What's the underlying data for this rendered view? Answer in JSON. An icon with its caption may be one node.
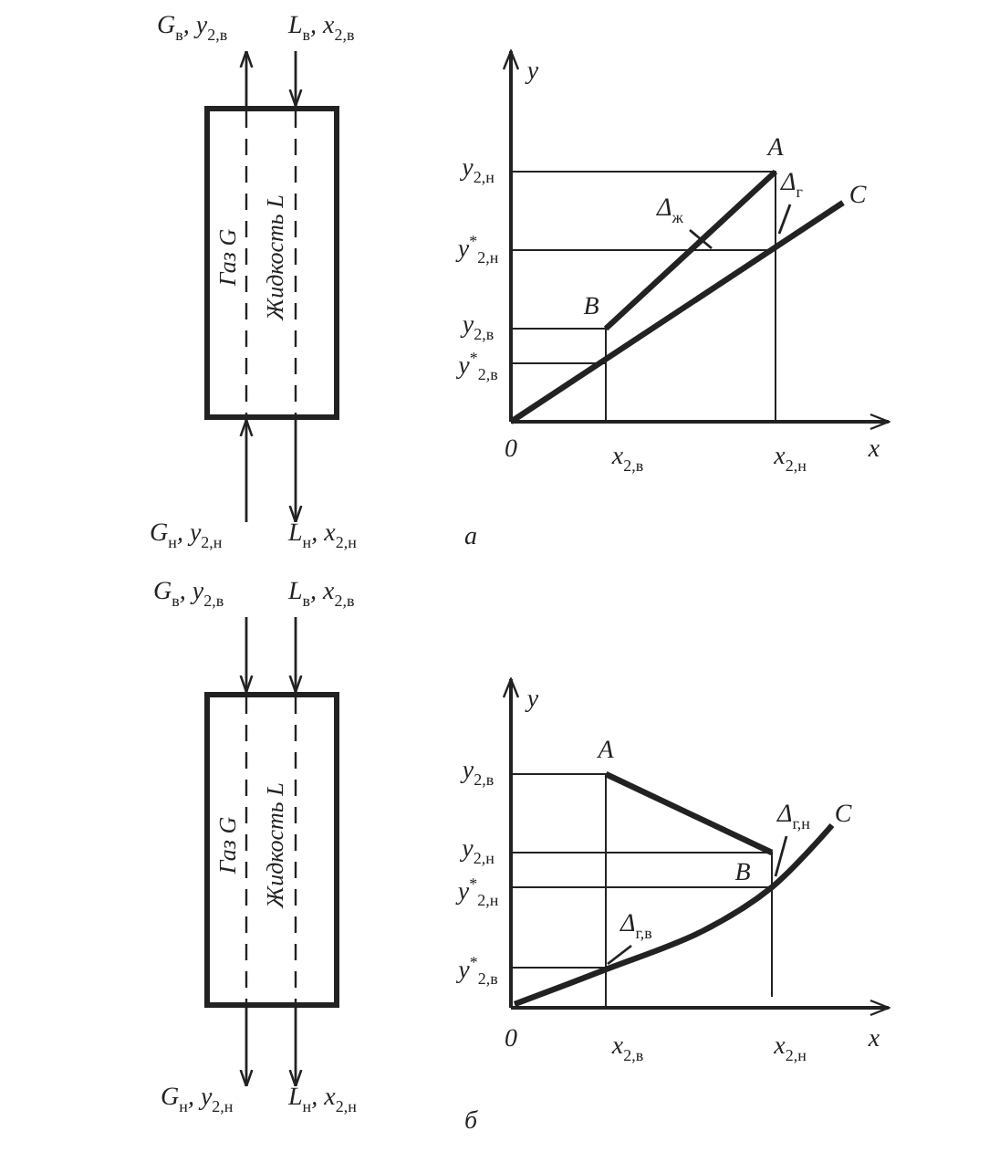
{
  "diagram": {
    "nodes": [
      {
        "text": [
          "Газ G",
          "Жидкость L"
        ]
      },
      {
        "text": [
          "G$_{в}$, y$_{2,в}$"
        ]
      },
      {
        "text": [
          "L$_{в}$, x$_{2,в}$"
        ]
      },
      {
        "text": [
          "G$_{н}$, y$_{2,н}$"
        ]
      },
      {
        "text": [
          "L$_{н}$, x$_{2,н}$"
        ]
      },
      {
        "text": [
          "Газ G",
          "Жидкость L"
        ]
      },
      {
        "text": [
          "G$_{в}$, y$_{2,в}$"
        ]
      },
      {
        "text": [
          "L$_{в}$, x$_{2,в}$"
        ]
      },
      {
        "text": [
          "G$_{н}$, y$_{2,н}$"
        ]
      },
      {
        "text": [
          "L$_{н}$, x$_{2,н}$"
        ]
      },
      {
        "text": [
          "Δ$_{ж}$"
        ]
      },
      {
        "text": [
          "Δ$_{г}$"
        ]
      },
      {
        "text": [
          "Δ$_{г,н}$"
        ]
      },
      {
        "text": [
          "Δ$_{г,в}$"
        ]
      }
    ],
    "edges": [
      {
        "from": 0,
        "to": 1,
        "arrow": "to"
      },
      {
        "from": 2,
        "to": 0,
        "arrow": "to"
      },
      {
        "from": 3,
        "to": 0,
        "arrow": "to"
      },
      {
        "from": 0,
        "to": 4,
        "arrow": "to"
      },
      {
        "from": 6,
        "to": 5,
        "arrow": "to"
      },
      {
        "from": 7,
        "to": 5,
        "arrow": "to"
      },
      {
        "from": 5,
        "to": 8,
        "arrow": "to"
      },
      {
        "from": 5,
        "to": 9,
        "arrow": "to"
      },
      {
        "from": 10,
        "to": null,
        "arrow": "none"
      },
      {
        "from": 11,
        "to": null,
        "arrow": "none"
      },
      {
        "from": 12,
        "to": null,
        "arrow": "none"
      },
      {
        "from": 13,
        "to": null,
        "arrow": "none"
      }
    ],
    "labels": [
      "y",
      "A",
      "C",
      "y$_{2,н}$",
      "y$^{*}$$_{2,н}$",
      "B",
      "y$_{2,в}$",
      "y$^{*}$$_{2,в}$",
      "0",
      "x$_{2,в}$",
      "x$_{2,н}$",
      "x",
      "а",
      "y",
      "A",
      "y$_{2,в}$",
      "C",
      "y$_{2,н}$",
      "B",
      "y$^{*}$$_{2,н}$",
      "y$^{*}$$_{2,в}$",
      "0",
      "x$_{2,в}$",
      "x$_{2,н}$",
      "x",
      "б"
    ]
  }
}
